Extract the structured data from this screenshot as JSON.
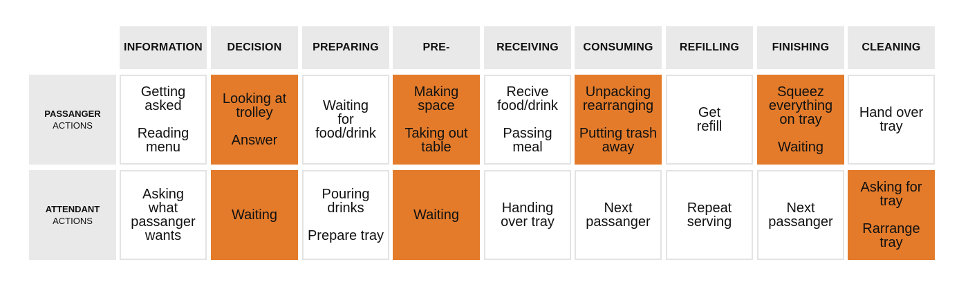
{
  "colors": {
    "highlight": "#e37b2b",
    "header_bg": "#e9e9e9",
    "border": "#e3e3e3"
  },
  "columns": [
    "INFORMATION",
    "DECISION",
    "PREPARING",
    "PRE-",
    "RECEIVING",
    "CONSUMING",
    "REFILLING",
    "FINISHING",
    "CLEANING"
  ],
  "rows": [
    {
      "label_strong": "PASSANGER",
      "label_sub": "ACTIONS",
      "cells": [
        {
          "highlight": false,
          "groups": [
            [
              "Getting",
              "asked"
            ],
            [
              "Reading",
              "menu"
            ]
          ]
        },
        {
          "highlight": true,
          "groups": [
            [
              "Looking at",
              "trolley"
            ],
            [
              "Answer"
            ]
          ]
        },
        {
          "highlight": false,
          "groups": [
            [
              "Waiting",
              "for",
              "food/drink"
            ]
          ]
        },
        {
          "highlight": true,
          "groups": [
            [
              "Making",
              "space"
            ],
            [
              "Taking out",
              "table"
            ]
          ]
        },
        {
          "highlight": false,
          "groups": [
            [
              "Recive",
              "food/drink"
            ],
            [
              "Passing",
              "meal"
            ]
          ]
        },
        {
          "highlight": true,
          "groups": [
            [
              "Unpacking",
              "rearranging"
            ],
            [
              "Putting trash",
              "away"
            ]
          ]
        },
        {
          "highlight": false,
          "groups": [
            [
              "Get",
              "refill"
            ]
          ]
        },
        {
          "highlight": true,
          "groups": [
            [
              "Squeez",
              "everything",
              "on tray"
            ],
            [
              "Waiting"
            ]
          ]
        },
        {
          "highlight": false,
          "groups": [
            [
              "Hand over",
              "tray"
            ]
          ]
        }
      ]
    },
    {
      "label_strong": "ATTENDANT",
      "label_sub": "ACTIONS",
      "cells": [
        {
          "highlight": false,
          "groups": [
            [
              "Asking",
              "what",
              "passanger",
              "wants"
            ]
          ]
        },
        {
          "highlight": true,
          "groups": [
            [
              "Waiting"
            ]
          ]
        },
        {
          "highlight": false,
          "groups": [
            [
              "Pouring",
              "drinks"
            ],
            [
              "Prepare tray"
            ]
          ]
        },
        {
          "highlight": true,
          "groups": [
            [
              "Waiting"
            ]
          ]
        },
        {
          "highlight": false,
          "groups": [
            [
              "Handing",
              "over tray"
            ]
          ]
        },
        {
          "highlight": false,
          "groups": [
            [
              "Next",
              "passanger"
            ]
          ]
        },
        {
          "highlight": false,
          "groups": [
            [
              "Repeat",
              "serving"
            ]
          ]
        },
        {
          "highlight": false,
          "groups": [
            [
              "Next",
              "passanger"
            ]
          ]
        },
        {
          "highlight": true,
          "groups": [
            [
              "Asking for",
              "tray"
            ],
            [
              "Rarrange",
              "tray"
            ]
          ]
        }
      ]
    }
  ]
}
